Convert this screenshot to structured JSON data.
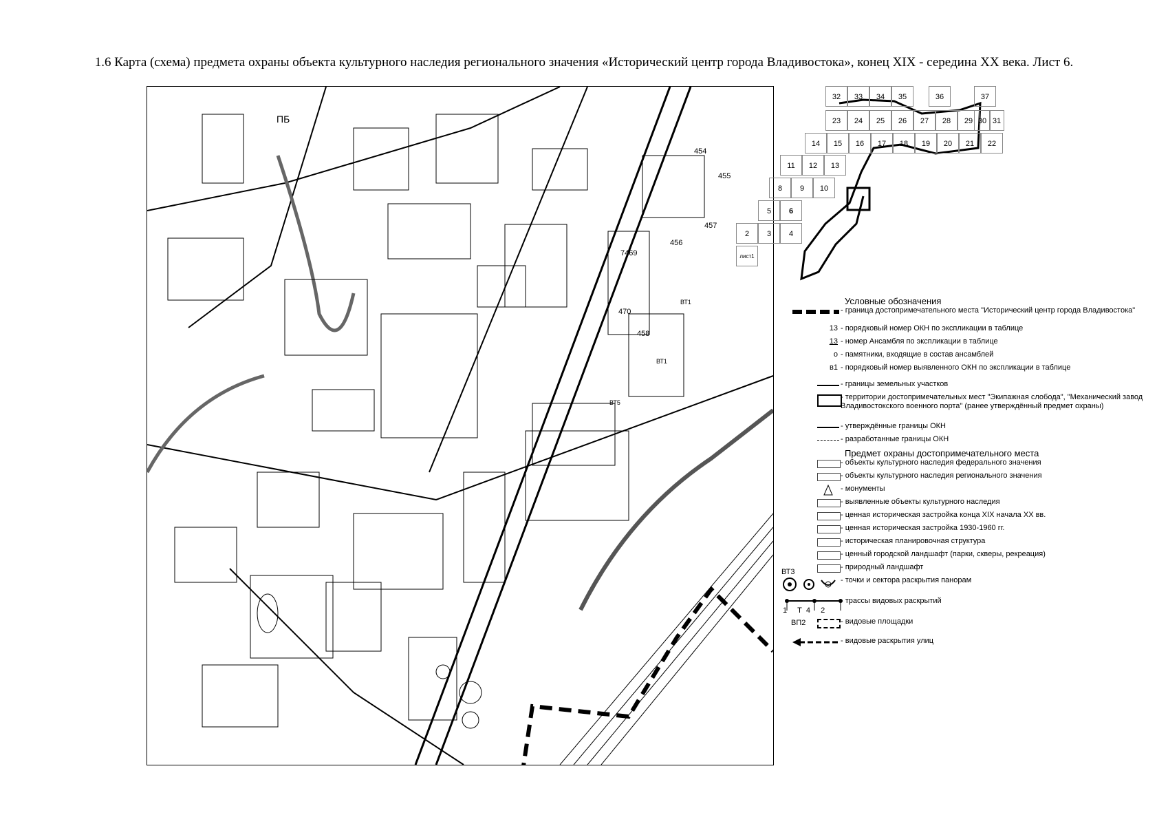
{
  "title": "1.6 Карта (схема) предмета охраны объекта культурного наследия регионального значения «Исторический центр города Владивостока», конец XIX - середина XX века. Лист 6.",
  "map_labels": [
    {
      "id": "pb",
      "text": "ПБ"
    },
    {
      "id": "454",
      "text": "454"
    },
    {
      "id": "455",
      "text": "455"
    },
    {
      "id": "457",
      "text": "457"
    },
    {
      "id": "456",
      "text": "456"
    },
    {
      "id": "7469",
      "text": "7469"
    },
    {
      "id": "470",
      "text": "470"
    },
    {
      "id": "458",
      "text": "458"
    },
    {
      "id": "vt1a",
      "text": "ВТ1"
    },
    {
      "id": "vt1b",
      "text": "ВТ1"
    },
    {
      "id": "vt5",
      "text": "ВТ5"
    }
  ],
  "key_map": {
    "cells": [
      "32",
      "33",
      "34",
      "35",
      "36",
      "37",
      "23",
      "24",
      "25",
      "26",
      "27",
      "28",
      "29",
      "30",
      "31",
      "14",
      "15",
      "16",
      "17",
      "18",
      "19",
      "20",
      "21",
      "22",
      "11",
      "12",
      "13",
      "8",
      "9",
      "10",
      "5",
      "6",
      "2",
      "3",
      "4",
      "лист1"
    ],
    "current_sheet": "6"
  },
  "legend": {
    "heading": "Условные обозначения",
    "items": [
      {
        "code": "",
        "symbol": "thick-dash",
        "text": "- граница достопримечательного места \"Исторический центр города Владивостока\""
      },
      {
        "code": "13",
        "symbol": "code",
        "text": "- порядковый номер ОКН по экспликации в таблице"
      },
      {
        "code": "13",
        "symbol": "code-underline",
        "text": "- номер Ансамбля по экспликации в таблице"
      },
      {
        "code": "o",
        "symbol": "code",
        "text": "- памятники, входящие в состав ансамблей"
      },
      {
        "code": "в1",
        "symbol": "code",
        "text": "- порядковый номер выявленного ОКН по экспликации в таблице"
      },
      {
        "code": "",
        "symbol": "line",
        "text": "- границы земельных участков"
      },
      {
        "code": "",
        "symbol": "bold-box",
        "text": "- территории достопримечательных мест \"Экипажная слобода\", \"Механический завод Владивостокского военного порта\" (ранее утверждённый предмет охраны)"
      },
      {
        "code": "",
        "symbol": "line",
        "text": "- утверждённые границы ОКН"
      },
      {
        "code": "",
        "symbol": "dashed-line",
        "text": "- разработанные границы ОКН"
      }
    ],
    "subheading": "Предмет охраны достопримечательного места",
    "protection": [
      {
        "symbol": "box",
        "text": "- объекты культурного наследия федерального значения"
      },
      {
        "symbol": "box",
        "text": "- объекты культурного наследия регионального значения"
      },
      {
        "symbol": "triangle",
        "text": "- монументы"
      },
      {
        "symbol": "box",
        "text": "- выявленные объекты культурного наследия"
      },
      {
        "symbol": "box",
        "text": "- ценная историческая застройка конца XIX начала XX вв."
      },
      {
        "symbol": "box",
        "text": "- ценная историческая застройка 1930-1960 гг."
      },
      {
        "symbol": "box",
        "text": "- историческая планировочная структура"
      },
      {
        "symbol": "box",
        "text": "- ценный городской ландшафт (парки, скверы, рекреация)"
      },
      {
        "symbol": "box",
        "text": "- природный ландшафт"
      },
      {
        "symbol": "view-points",
        "code": "ВТ3",
        "text": "- точки и сектора раскрытия панорам"
      },
      {
        "symbol": "view-tracks",
        "code": "1 Т4 2",
        "text": "- трассы видовых раскрытий"
      },
      {
        "symbol": "view-area",
        "code": "ВП2",
        "text": "- видовые площадки"
      },
      {
        "symbol": "arrow-dash",
        "text": "- видовые раскрытия улиц"
      }
    ]
  }
}
